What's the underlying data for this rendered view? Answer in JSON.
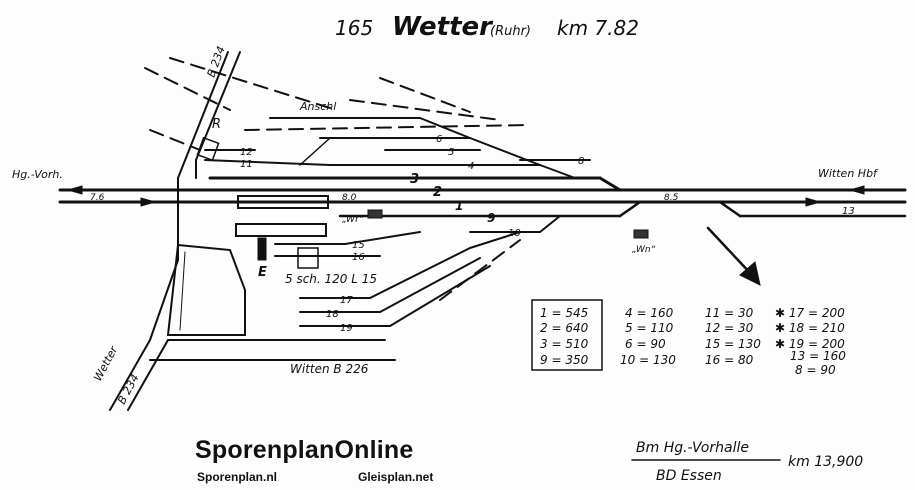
{
  "title": {
    "number": "165",
    "station": "Wetter",
    "suffix": "(Ruhr)",
    "km": "km 7.82"
  },
  "labels": {
    "road_top": "B 234",
    "road_bottom_name": "Wetter",
    "road_bottom": "B 234",
    "witten_road": "Witten B 226",
    "direction_left": "Hg.-Vorh.",
    "direction_right": "Witten Hbf",
    "anschl": "Anschl",
    "r": "R",
    "e": "E",
    "wf": "„Wf“",
    "wn": "„Wn“",
    "km_left": "7.6",
    "km_mid": "8.0",
    "km_right": "8.5",
    "schuppen": "5 sch.   120 L 15"
  },
  "tracks": {
    "t1": "1",
    "t2": "2",
    "t3": "3",
    "t4": "4",
    "t5": "5",
    "t6": "6",
    "t8": "8",
    "t9": "9",
    "t10": "10",
    "t11": "11",
    "t12": "12",
    "t13": "13",
    "t15": "15",
    "t16": "16",
    "t17": "17",
    "t18": "18",
    "t19": "19"
  },
  "lengths": {
    "boxed": [
      "1 = 545",
      "2 = 640",
      "3 = 510",
      "9 = 350"
    ],
    "col2": [
      "4 = 160",
      "5 = 110",
      "6 = 90",
      "10 = 130"
    ],
    "col3": [
      "11 = 30",
      "12 = 30",
      "15 = 130",
      "16 = 80"
    ],
    "col4": [
      "✱ 17 = 200",
      "✱ 18 = 210",
      "✱ 19 = 200",
      "13 = 160",
      "8 = 90"
    ]
  },
  "footer": {
    "line1": "Bm Hg.-Vorhalle",
    "line2": "BD Essen",
    "km": "km 13,900"
  },
  "brand": {
    "title": "SporenplanOnline",
    "left": "Sporenplan.nl",
    "right": "Gleisplan.net"
  }
}
